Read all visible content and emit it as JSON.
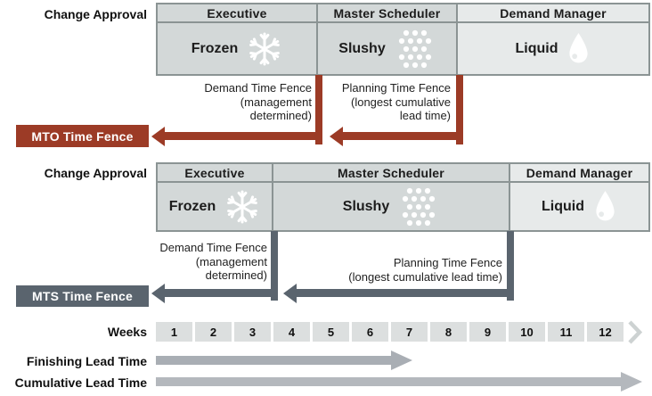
{
  "mto_section": {
    "change_approval_label": "Change Approval",
    "columns": [
      {
        "header": "Executive",
        "zone": "Frozen",
        "icon": "snowflake-icon"
      },
      {
        "header": "Master Scheduler",
        "zone": "Slushy",
        "icon": "slush-dots-icon"
      },
      {
        "header": "Demand Manager",
        "zone": "Liquid",
        "icon": "droplet-icon"
      }
    ],
    "demand_fence": [
      "Demand Time Fence",
      "(management",
      "determined)"
    ],
    "planning_fence": [
      "Planning Time Fence",
      "(longest cumulative",
      "lead time)"
    ],
    "fence_label": "MTO Time Fence",
    "accent_color": "#9c3b26"
  },
  "mts_section": {
    "change_approval_label": "Change Approval",
    "columns": [
      {
        "header": "Executive",
        "zone": "Frozen",
        "icon": "snowflake-icon"
      },
      {
        "header": "Master Scheduler",
        "zone": "Slushy",
        "icon": "slush-dots-icon"
      },
      {
        "header": "Demand Manager",
        "zone": "Liquid",
        "icon": "droplet-icon"
      }
    ],
    "demand_fence": [
      "Demand Time Fence",
      "(management",
      "determined)"
    ],
    "planning_fence": [
      "Planning Time Fence",
      "(longest cumulative lead time)"
    ],
    "fence_label": "MTS Time Fence",
    "accent_color": "#5a646e"
  },
  "timeline": {
    "weeks_label": "Weeks",
    "weeks": [
      "1",
      "2",
      "3",
      "4",
      "5",
      "6",
      "7",
      "8",
      "9",
      "10",
      "11",
      "12"
    ],
    "more_icon": "chevron-right-icon",
    "finishing_label": "Finishing Lead Time",
    "cumulative_label": "Cumulative Lead Time"
  },
  "colors": {
    "zone_fill": "#d3d8d8",
    "zone_fill_light": "#e7eaea",
    "box_border": "#8b9494",
    "mto_accent": "#9c3b26",
    "mts_accent": "#5a646e",
    "week_cell_fill": "#dcdfdf",
    "lead_arrow_fill": "#a9aeb4"
  }
}
